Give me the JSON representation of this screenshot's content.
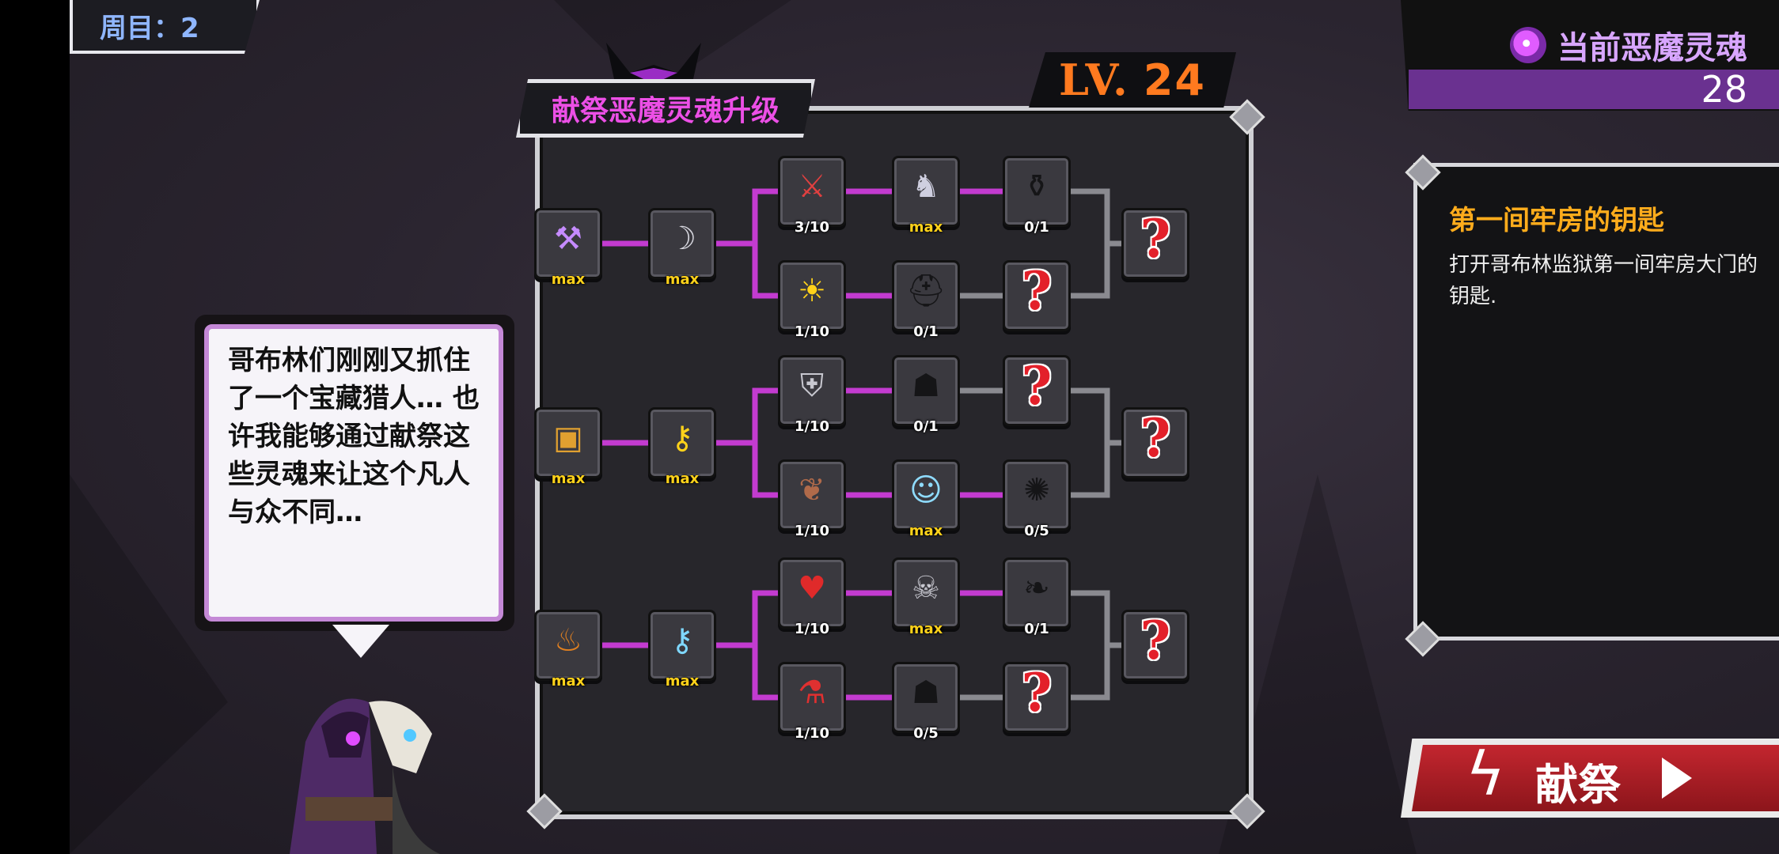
{
  "round": {
    "label": "周目：2"
  },
  "souls": {
    "title": "当前恶魔灵魂",
    "count": "28",
    "icon": "soul-swirl-icon"
  },
  "panel": {
    "title": "献祭恶魔灵魂升级",
    "level_prefix": "LV.",
    "level_value": "24"
  },
  "dialogue": {
    "text": "哥布林们刚刚又抓住了一个宝藏猎人… 也许我能够通过献祭这些灵魂来让这个凡人与众不同…"
  },
  "info": {
    "title": "第一间牢房的钥匙",
    "description": "打开哥布林监狱第一间牢房大门的钥匙."
  },
  "offer": {
    "label": "献祭"
  },
  "colors": {
    "accent": "#ec4fe6",
    "link": "#c33bd0",
    "max": "#ffd21a",
    "level": "#ff7a1f",
    "info_title": "#ffac1c"
  },
  "tree": {
    "groups": [
      {
        "root": {
          "icon": "anvil-icon",
          "label": "max"
        },
        "second": {
          "icon": "scythe-icon",
          "label": "max"
        },
        "top_branch": [
          {
            "icon": "sword-up-icon",
            "label": "3/10"
          },
          {
            "icon": "armored-knight-icon",
            "label": "max"
          },
          {
            "icon": "locked-pot-icon",
            "label": "0/1"
          }
        ],
        "bottom_branch": [
          {
            "icon": "sun-up-icon",
            "label": "1/10"
          },
          {
            "icon": "locked-helmet-icon",
            "label": "0/1"
          },
          {
            "icon": "unknown-icon",
            "label": ""
          }
        ],
        "final": {
          "icon": "unknown-icon",
          "label": ""
        }
      },
      {
        "root": {
          "icon": "treasure-chest-icon",
          "label": "max"
        },
        "second": {
          "icon": "golden-key-icon",
          "label": "max"
        },
        "top_branch": [
          {
            "icon": "shield-up-icon",
            "label": "1/10"
          },
          {
            "icon": "locked-goblin-icon",
            "label": "0/1"
          },
          {
            "icon": "unknown-icon",
            "label": ""
          }
        ],
        "bottom_branch": [
          {
            "icon": "winged-boot-icon",
            "label": "1/10"
          },
          {
            "icon": "ghost-halo-icon",
            "label": "max"
          },
          {
            "icon": "locked-spirit-icon",
            "label": "0/5"
          }
        ],
        "final": {
          "icon": "unknown-icon",
          "label": ""
        }
      },
      {
        "root": {
          "icon": "cauldron-icon",
          "label": "max"
        },
        "second": {
          "icon": "magic-key-icon",
          "label": "max"
        },
        "top_branch": [
          {
            "icon": "heart-up-icon",
            "label": "1/10"
          },
          {
            "icon": "hooded-mage-icon",
            "label": "max"
          },
          {
            "icon": "locked-fruit-icon",
            "label": "0/1"
          }
        ],
        "bottom_branch": [
          {
            "icon": "red-potion-icon",
            "label": "1/10"
          },
          {
            "icon": "locked-beast-icon",
            "label": "0/5"
          },
          {
            "icon": "unknown-icon",
            "label": ""
          }
        ],
        "final": {
          "icon": "unknown-icon",
          "label": ""
        }
      }
    ]
  }
}
